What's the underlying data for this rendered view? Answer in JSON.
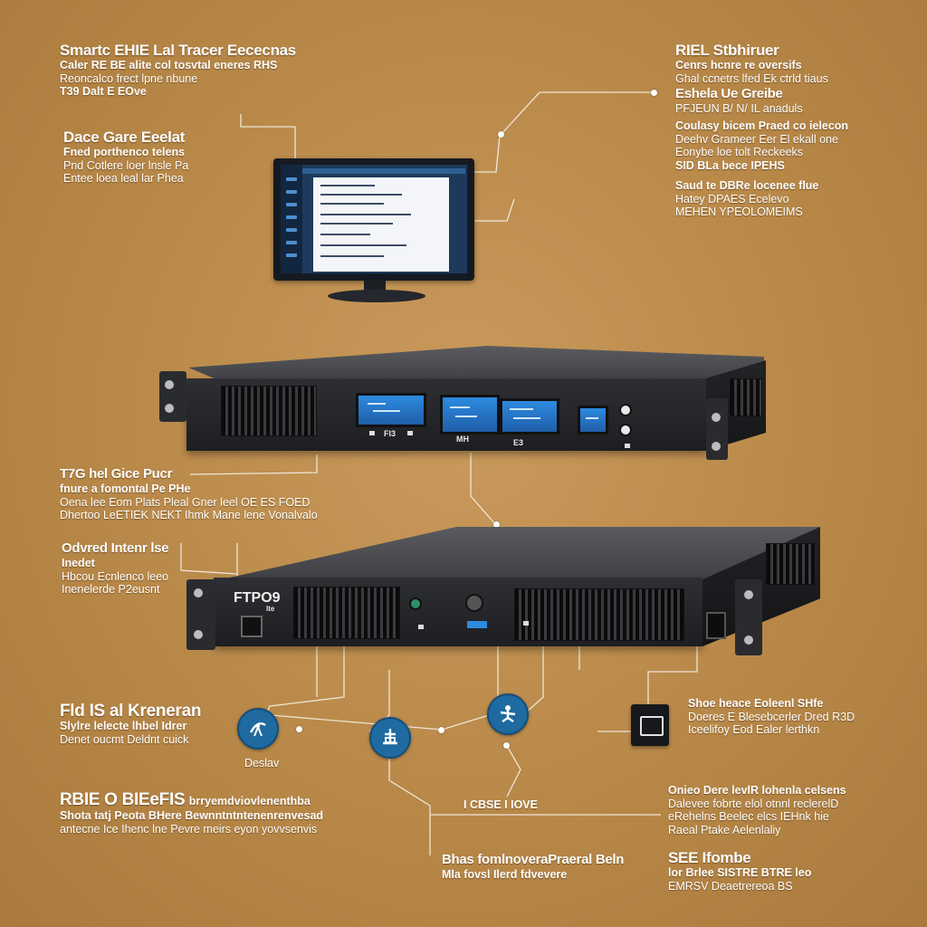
{
  "callouts": {
    "top_left": {
      "title": "Smartc EHIE Lal Tracer Eececnas",
      "lines": [
        "Caler RE BE alite col tosvtal eneres RHS",
        "Reoncalco frect lpne nbune",
        "T39 Dalt E EOve"
      ]
    },
    "left_mid": {
      "title": "Dace Gare Eeelat",
      "lines": [
        "Fned porthenco telens",
        "Pnd Cotlere loer lnsle Pa",
        "Entee loea leal lar Phea"
      ]
    },
    "top_right": {
      "title": "RIEL Stbhiruer",
      "lines": [
        "Cenrs hcnre re oversifs",
        "Ghal ccnetrs lfed Ek ctrld tiaus",
        "Eshela Ue Greibe",
        "PFJEUN B/ N/ IL anaduls"
      ]
    },
    "right_mid": {
      "lines": [
        "Coulasy bicem Praed co ielecon",
        "Deehv Grameer Eer El ekall one",
        "Eonybe loe tolt Reckeeks",
        "SID BLa bece IPEHS",
        "Saud te DBRe locenee flue",
        "Hatey DPAES Ecelevo",
        "MEHEN YPEOLOMEIMS"
      ]
    },
    "left_row2": {
      "title": "T7G hel Gice Pucr",
      "lines": [
        "fnure a fomontal Pe PHe",
        "Oena lee Eom Plats Pleal Gner leel OE ES FOED",
        "Dhertoo LeETIEK NEKT Ihmk Mane lene Vonalvalo"
      ]
    },
    "left_row3": {
      "title": "Odvred Intenr lse",
      "lines": [
        "Inedet",
        "Hbcou Ecnlenco leeo",
        "Inenelerde P2eusnt"
      ]
    },
    "bottom_left_a": {
      "title": "Fld IS al Kreneran",
      "lines": [
        "Slylre lelecte lhbel Idrer",
        "Denet oucmt Deldnt cuick"
      ]
    },
    "bottom_left_b": {
      "title": "RBIE O BIEeFIS",
      "subtitle": "brryemdviovlenenthba",
      "lines": [
        "Shota tatj Peota BHere Bewnntntntenenrenvesad",
        "antecne Ice Ihenc lne Pevre meirs eyon yovvsenvis"
      ]
    },
    "bottom_center": {
      "title": "I CBSE I IOVE"
    },
    "bottom_center_b": {
      "lines": [
        "Bhas fomlnoveraPraeral Beln",
        "Mla fovsl Ilerd fdvevere"
      ]
    },
    "bottom_right_a": {
      "lines": [
        "Shoe heace Eoleenl SHfe",
        "Doeres E Blesebcerler Dred R3D",
        "Iceelifoy Eod Ealer lerthkn"
      ]
    },
    "bottom_right_b": {
      "lines": [
        "Onieo Dere levlR lohenla celsens",
        "Dalevee fobrte elol otnnl reclerelD",
        "eRehelns Beelec elcs IEHnk hie",
        "Raeal Ptake Aelenlaliy"
      ]
    },
    "bottom_right_c": {
      "title": "SEE Ifombe",
      "lines": [
        "lor Brlee SISTRE BTRE leo",
        "EMRSV Deaetrereoa BS"
      ]
    },
    "circle_caption": "Deslav"
  },
  "devices": {
    "rack2_label": "FTPO9",
    "rack2_sublabel": "lte",
    "rack1_lcd_labels": [
      "Fl3",
      "MH",
      "E3"
    ]
  },
  "icons": {
    "circle_1": "satellite-dish-icon",
    "circle_2": "router-antenna-icon",
    "circle_3": "signal-person-icon",
    "plug": "power-socket-icon"
  },
  "colors": {
    "background": "#b88848",
    "circle_blue": "#1f6aa0",
    "lcd_blue": "#2d8be0",
    "rack_dark": "#1d1e21"
  }
}
